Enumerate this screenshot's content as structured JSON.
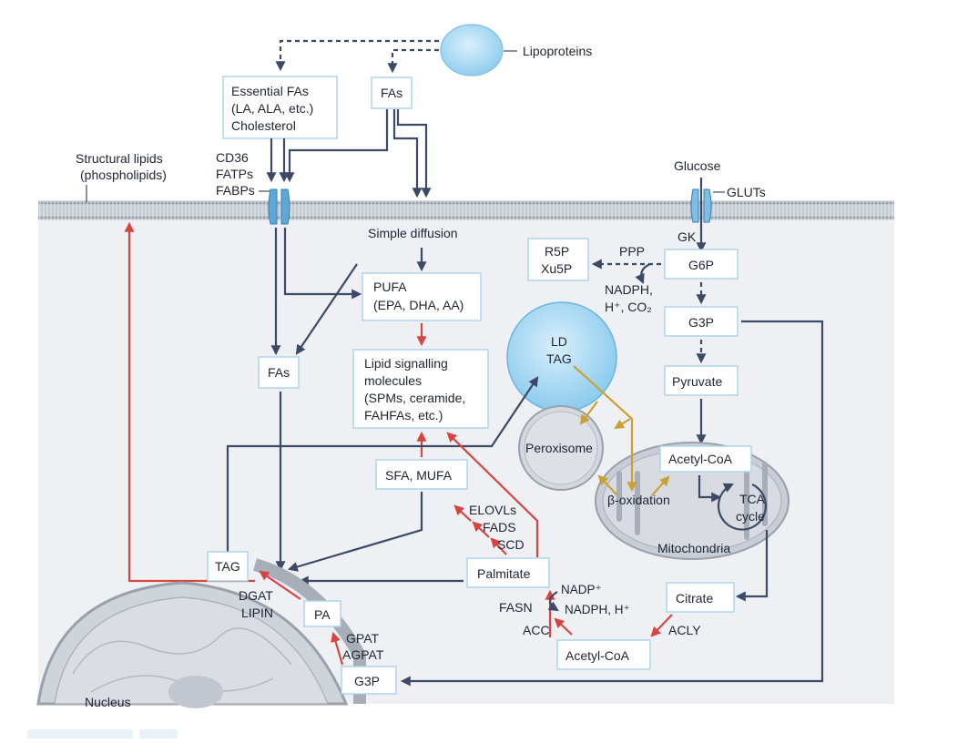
{
  "colors": {
    "navy": "#3c4a66",
    "red": "#d64541",
    "gold": "#c9a233",
    "membrane": "#bcc3cc",
    "cytoplasm": "#eef0f4",
    "box_border": "#a9d3ea",
    "lipid_droplet": "#9cd2f0"
  },
  "labels": {
    "lipoproteins": "Lipoproteins",
    "essential_fas": [
      "Essential FAs",
      "(LA, ALA, etc.)",
      "Cholesterol"
    ],
    "fas_top": "FAs",
    "structural_lipids": [
      "Structural lipids",
      "(phospholipids)"
    ],
    "transporters": [
      "CD36",
      "FATPs",
      "FABPs"
    ],
    "glucose": "Glucose",
    "gluts": "GLUTs",
    "gk": "GK",
    "simple_diffusion": "Simple diffusion",
    "pufa": [
      "PUFA",
      "(EPA, DHA, AA)"
    ],
    "lipid_signalling": [
      "Lipid signalling",
      "molecules",
      "(SPMs, ceramide,",
      "FAHFAs, etc.)"
    ],
    "fas_mid": "FAs",
    "r5p": [
      "R5P",
      "Xu5P"
    ],
    "ppp": "PPP",
    "g6p": "G6P",
    "nadph_co2": [
      "NADPH,",
      "H⁺, CO₂"
    ],
    "g3p_right": "G3P",
    "ld": [
      "LD",
      "TAG"
    ],
    "pyruvate": "Pyruvate",
    "peroxisome": "Peroxisome",
    "acetyl_coa_mito": "Acetyl-CoA",
    "beta_oxidation": "β-oxidation",
    "tca": [
      "TCA",
      "cycle"
    ],
    "mitochondria": "Mitochondria",
    "sfa_mufa": "SFA, MUFA",
    "elovls": "ELOVLs",
    "fads": "FADS",
    "scd": "SCD",
    "tag": "TAG",
    "palmitate": "Palmitate",
    "dgat": "DGAT",
    "lipin": "LIPIN",
    "pa": "PA",
    "nadp": "NADP⁺",
    "nadph_h": "NADPH, H⁺",
    "fasn": "FASN",
    "acc": "ACC",
    "citrate": "Citrate",
    "acly": "ACLY",
    "gpat": "GPAT",
    "agpat": "AGPAT",
    "g3p_bottom": "G3P",
    "acetyl_coa_bottom": "Acetyl-CoA",
    "nucleus": "Nucleus"
  }
}
